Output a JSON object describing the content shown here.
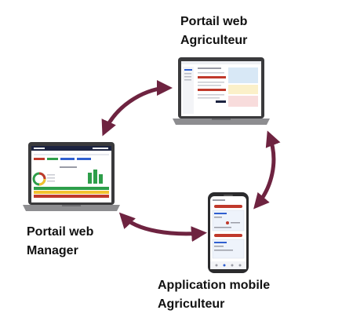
{
  "nodes": {
    "farmer_web": {
      "line1": "Portail web",
      "line2": "Agriculteur"
    },
    "manager_web": {
      "line1": "Portail web",
      "line2": "Manager"
    },
    "mobile_app": {
      "line1": "Application mobile",
      "line2": "Agriculteur"
    }
  },
  "colors": {
    "arrow": "#6e2340",
    "laptop_body": "#3a3a3c",
    "laptop_base": "#8d8d90",
    "screen_bg": "#ffffff",
    "nav_dark": "#1c2340",
    "accent_red": "#c0392b",
    "accent_green": "#2e9e4a",
    "accent_blue": "#2f5fd0",
    "accent_yellow": "#f2c230",
    "panel_blue": "#d8e8f6",
    "panel_pink": "#f8dcdc",
    "panel_yellow": "#fbf0c9"
  },
  "icons": [
    "laptop-farmer",
    "laptop-manager",
    "smartphone"
  ]
}
